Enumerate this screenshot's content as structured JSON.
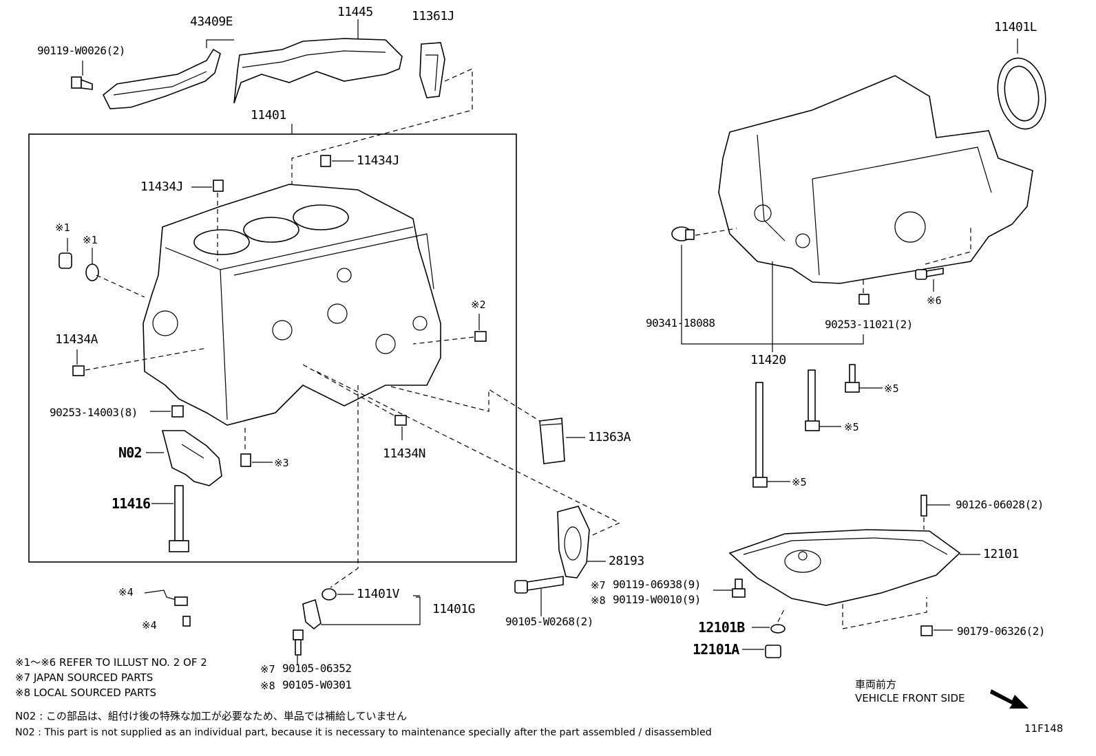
{
  "diagram_id": "11F148",
  "labels": {
    "l43409E": "43409E",
    "l90119W0026": "90119-W0026(2)",
    "l11445": "11445",
    "l11361J": "11361J",
    "l11401": "11401",
    "l11401L": "11401L",
    "l11434J_a": "11434J",
    "l11434J_b": "11434J",
    "l11434A": "11434A",
    "l90253_14003": "90253-14003(8)",
    "lN02": "N02",
    "l11416": "11416",
    "l11434N": "11434N",
    "l11363A": "11363A",
    "l28193": "28193",
    "l11401V": "11401V",
    "l11401G": "11401G",
    "l90105W0268": "90105-W0268(2)",
    "l90119_06938": "90119-06938(9)",
    "l90119W0010": "90119-W0010(9)",
    "l90341": "90341-18088",
    "l90253_11021": "90253-11021(2)",
    "l11420": "11420",
    "l12101": "12101",
    "l90126": "90126-06028(2)",
    "l12101B": "12101B",
    "l12101A": "12101A",
    "l90179": "90179-06326(2)",
    "l90105_06352": "90105-06352",
    "l90105W0301": "90105-W0301"
  },
  "marks": {
    "m1a": "※1",
    "m1b": "※1",
    "m2": "※2",
    "m3": "※3",
    "m4a": "※4",
    "m4b": "※4",
    "m5a": "※5",
    "m5b": "※5",
    "m5c": "※5",
    "m6": "※6",
    "m7a": "※7",
    "m8a": "※8",
    "m7b": "※7",
    "m8b": "※8"
  },
  "notes": {
    "refer": "※1～※6  REFER TO ILLUST NO. 2 OF 2",
    "japan": "※7 JAPAN SOURCED PARTS",
    "local": "※8 LOCAL SOURCED PARTS",
    "n02_jp": "N02 : この部品は、組付け後の特殊な加工が必要なため、単品では補給していません",
    "n02_en": "N02 : This part is not supplied as an individual part, because it is necessary to maintenance specially after the part assembled / disassembled",
    "front_jp": "車両前方",
    "front_en": "VEHICLE FRONT SIDE"
  }
}
